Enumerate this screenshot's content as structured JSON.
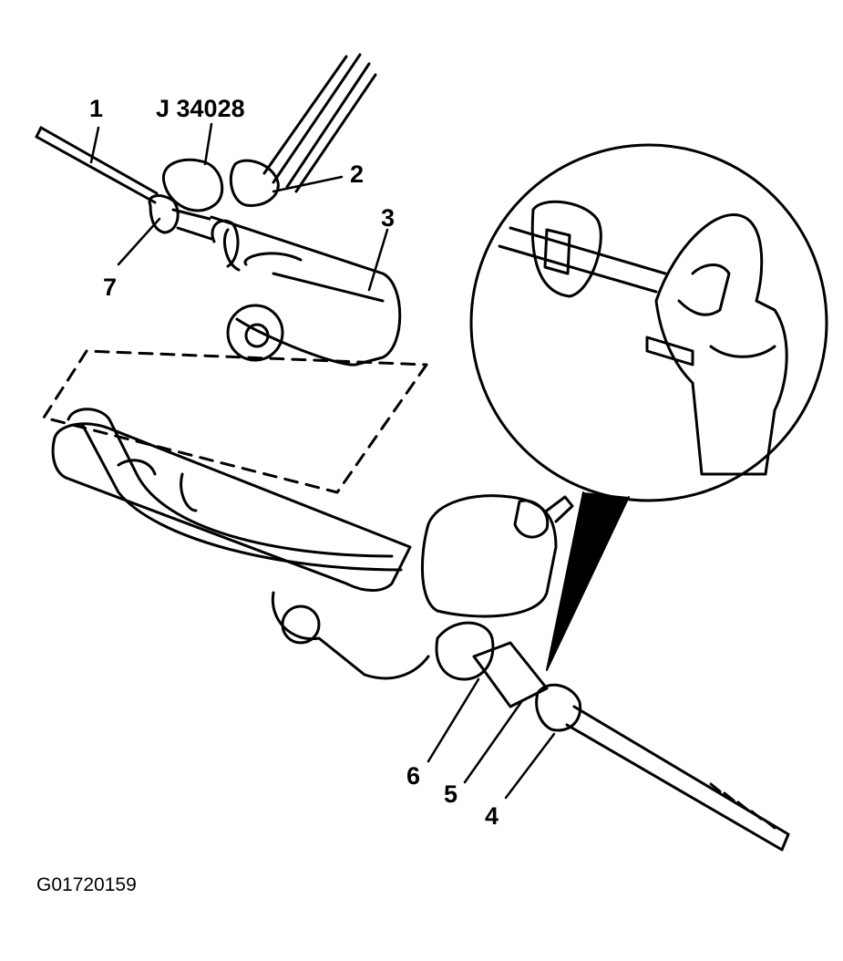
{
  "tool_label": "J 34028",
  "callouts": [
    "1",
    "2",
    "3",
    "4",
    "5",
    "6",
    "7"
  ],
  "figure_code": "G01720159",
  "colors": {
    "ink": "#000000",
    "paper": "#ffffff"
  }
}
